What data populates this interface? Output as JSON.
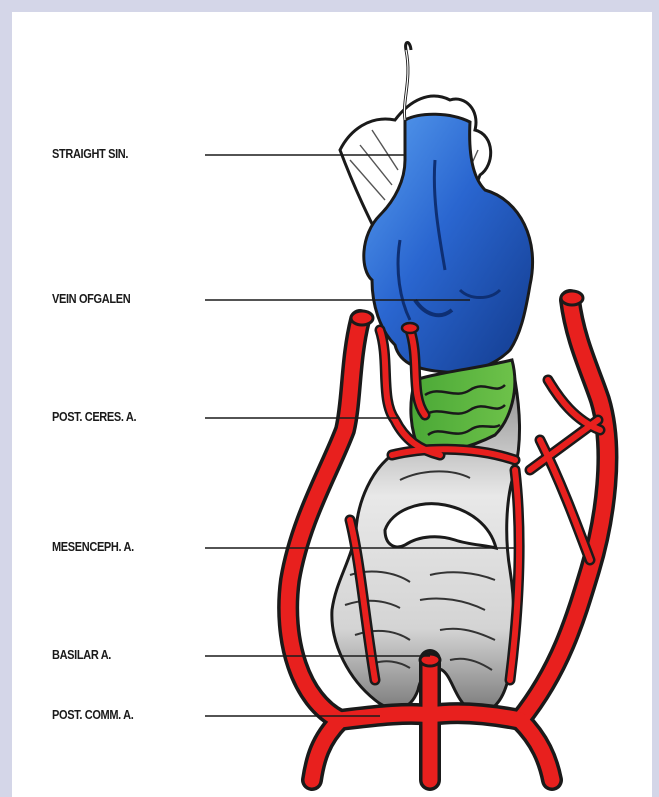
{
  "figure": {
    "labels": [
      {
        "id": "straight-sinus",
        "text": "STRAIGHT SIN."
      },
      {
        "id": "vein-of-galen",
        "text": "VEIN OFGALEN"
      },
      {
        "id": "posterior-cerebral-artery",
        "text": "POST. CERES. A."
      },
      {
        "id": "mesencephalic-artery",
        "text": "MESENCEPH. A."
      },
      {
        "id": "basilar-artery",
        "text": "BASILAR A."
      },
      {
        "id": "posterior-communicating-artery",
        "text": "POST. COMM. A."
      }
    ]
  },
  "colors": {
    "background": "#d4d6e8",
    "artery": "#e8201e",
    "vein": "#2c6ad1",
    "falx": "#ffffff",
    "green_vessels": "#5fb43c",
    "brainstem": "#b8b8b8",
    "outline": "#1a1a1a"
  }
}
